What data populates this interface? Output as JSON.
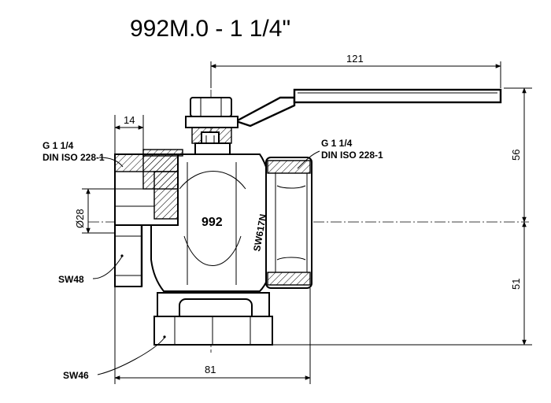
{
  "title": "992M.0 - 1 1/4\"",
  "dimensions": {
    "lever_length": "121",
    "top_height": "56",
    "bottom_height": "51",
    "thread_length": "14",
    "bore_diameter": "Ø28",
    "overall_length": "81"
  },
  "labels": {
    "left_thread_line1": "G 1 1/4",
    "left_thread_line2": "DIN ISO 228-1",
    "right_thread_line1": "G 1 1/4",
    "right_thread_line2": "DIN ISO 228-1",
    "wrench_size_top": "SW48",
    "wrench_size_bottom": "SW46",
    "body_marking_left": "992",
    "body_marking_right": "SW617N"
  }
}
